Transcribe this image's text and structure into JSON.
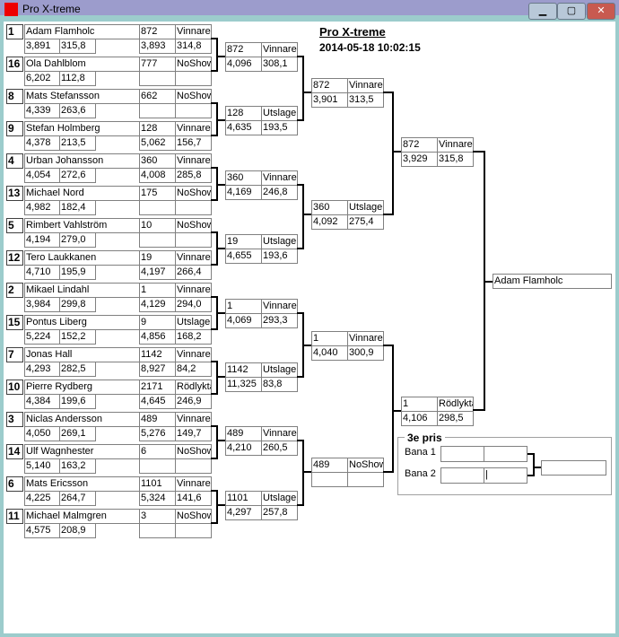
{
  "window": {
    "title": "Pro X-treme",
    "minimize": "▁",
    "maximize": "▢",
    "close": "✕"
  },
  "header": {
    "title": "Pro X-treme",
    "datetime": "2014-05-18 10:02:15"
  },
  "entrants": [
    {
      "seed": "1",
      "name": "Adam Flamholc",
      "rt": "3,891",
      "speed": "315,8"
    },
    {
      "seed": "16",
      "name": "Ola Dahlblom",
      "rt": "6,202",
      "speed": "112,8"
    },
    {
      "seed": "8",
      "name": "Mats Stefansson",
      "rt": "4,339",
      "speed": "263,6"
    },
    {
      "seed": "9",
      "name": "Stefan Holmberg",
      "rt": "4,378",
      "speed": "213,5"
    },
    {
      "seed": "4",
      "name": "Urban Johansson",
      "rt": "4,054",
      "speed": "272,6"
    },
    {
      "seed": "13",
      "name": "Michael Nord",
      "rt": "4,982",
      "speed": "182,4"
    },
    {
      "seed": "5",
      "name": "Rimbert Vahlström",
      "rt": "4,194",
      "speed": "279,0"
    },
    {
      "seed": "12",
      "name": "Tero Laukkanen",
      "rt": "4,710",
      "speed": "195,9"
    },
    {
      "seed": "2",
      "name": "Mikael Lindahl",
      "rt": "3,984",
      "speed": "299,8"
    },
    {
      "seed": "15",
      "name": "Pontus Liberg",
      "rt": "5,224",
      "speed": "152,2"
    },
    {
      "seed": "7",
      "name": "Jonas Hall",
      "rt": "4,293",
      "speed": "282,5"
    },
    {
      "seed": "10",
      "name": "Pierre Rydberg",
      "rt": "4,384",
      "speed": "199,6"
    },
    {
      "seed": "3",
      "name": "Niclas Andersson",
      "rt": "4,050",
      "speed": "269,1"
    },
    {
      "seed": "14",
      "name": "Ulf Wagnhester",
      "rt": "5,140",
      "speed": "163,2"
    },
    {
      "seed": "6",
      "name": "Mats Ericsson",
      "rt": "4,225",
      "speed": "264,7"
    },
    {
      "seed": "11",
      "name": "Michael Malmgren",
      "rt": "4,575",
      "speed": "208,9"
    }
  ],
  "round1": [
    {
      "id": "872",
      "status": "Vinnare",
      "et": "3,893",
      "speed": "314,8"
    },
    {
      "id": "777",
      "status": "NoShow",
      "et": "",
      "speed": ""
    },
    {
      "id": "662",
      "status": "NoShow",
      "et": "",
      "speed": ""
    },
    {
      "id": "128",
      "status": "Vinnare",
      "et": "5,062",
      "speed": "156,7"
    },
    {
      "id": "360",
      "status": "Vinnare",
      "et": "4,008",
      "speed": "285,8"
    },
    {
      "id": "175",
      "status": "NoShow",
      "et": "",
      "speed": ""
    },
    {
      "id": "10",
      "status": "NoShow",
      "et": "",
      "speed": ""
    },
    {
      "id": "19",
      "status": "Vinnare",
      "et": "4,197",
      "speed": "266,4"
    },
    {
      "id": "1",
      "status": "Vinnare",
      "et": "4,129",
      "speed": "294,0"
    },
    {
      "id": "9",
      "status": "Utslagen",
      "et": "4,856",
      "speed": "168,2"
    },
    {
      "id": "1142",
      "status": "Vinnare",
      "et": "8,927",
      "speed": "84,2"
    },
    {
      "id": "2171",
      "status": "Rödlyktan",
      "et": "4,645",
      "speed": "246,9"
    },
    {
      "id": "489",
      "status": "Vinnare",
      "et": "5,276",
      "speed": "149,7"
    },
    {
      "id": "6",
      "status": "NoShow",
      "et": "",
      "speed": ""
    },
    {
      "id": "1101",
      "status": "Vinnare",
      "et": "5,324",
      "speed": "141,6"
    },
    {
      "id": "3",
      "status": "NoShow",
      "et": "",
      "speed": ""
    }
  ],
  "round2": [
    {
      "id": "872",
      "status": "Vinnare",
      "et": "4,096",
      "speed": "308,1"
    },
    {
      "id": "128",
      "status": "Utslagen",
      "et": "4,635",
      "speed": "193,5"
    },
    {
      "id": "360",
      "status": "Vinnare",
      "et": "4,169",
      "speed": "246,8"
    },
    {
      "id": "19",
      "status": "Utslagen",
      "et": "4,655",
      "speed": "193,6"
    },
    {
      "id": "1",
      "status": "Vinnare",
      "et": "4,069",
      "speed": "293,3"
    },
    {
      "id": "1142",
      "status": "Utslagen",
      "et": "11,325",
      "speed": "83,8"
    },
    {
      "id": "489",
      "status": "Vinnare",
      "et": "4,210",
      "speed": "260,5"
    },
    {
      "id": "1101",
      "status": "Utslagen",
      "et": "4,297",
      "speed": "257,8"
    }
  ],
  "round3": [
    {
      "id": "872",
      "status": "Vinnare",
      "et": "3,901",
      "speed": "313,5"
    },
    {
      "id": "360",
      "status": "Utslagen",
      "et": "4,092",
      "speed": "275,4"
    },
    {
      "id": "1",
      "status": "Vinnare",
      "et": "4,040",
      "speed": "300,9"
    },
    {
      "id": "489",
      "status": "NoShow",
      "et": "",
      "speed": ""
    }
  ],
  "round4": [
    {
      "id": "872",
      "status": "Vinnare",
      "et": "3,929",
      "speed": "315,8"
    },
    {
      "id": "1",
      "status": "Rödlyktan",
      "et": "4,106",
      "speed": "298,5"
    }
  ],
  "winner": "Adam Flamholc",
  "third": {
    "legend": "3e pris",
    "lane1_label": "Bana 1",
    "lane2_label": "Bana 2",
    "lane1": [
      "",
      ""
    ],
    "lane2": [
      "",
      "|"
    ],
    "result": ""
  }
}
